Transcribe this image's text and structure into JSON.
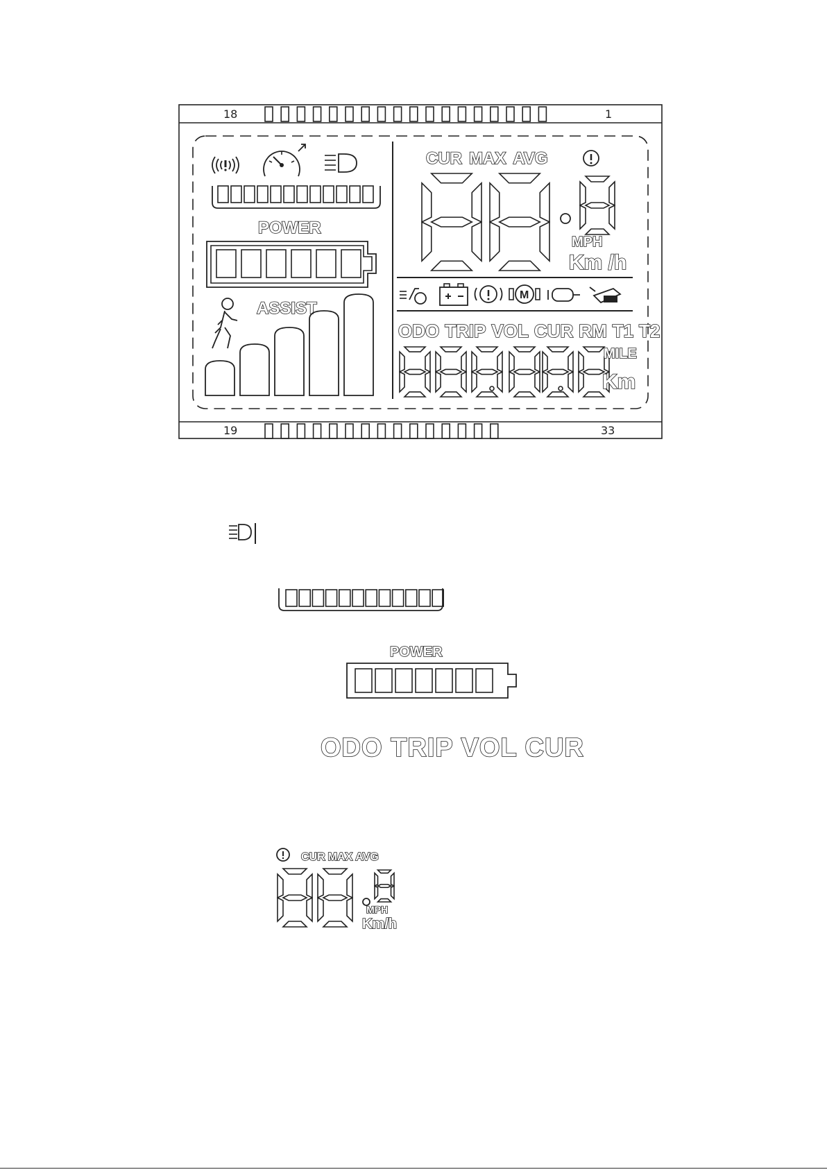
{
  "pins": {
    "top_left": "18",
    "top_right": "1",
    "bottom_left": "19",
    "bottom_right": "33"
  },
  "main_display": {
    "power_label": "POWER",
    "assist_label": "ASSIST",
    "speed_modes": [
      "CUR",
      "MAX",
      "AVG"
    ],
    "speed_units": [
      "MPH",
      "Km /h"
    ],
    "odo_modes": [
      "ODO",
      "TRIP",
      "VOL",
      "CUR",
      "RM",
      "T1",
      "T2"
    ],
    "distance_units": [
      "MILE",
      "Km"
    ],
    "icons": [
      "signal-icon",
      "speedometer-icon",
      "headlight-icon",
      "pedal-assist-icon",
      "battery-icon",
      "warning-icon",
      "motor-icon",
      "throttle-icon",
      "controller-icon",
      "walk-assist-icon"
    ],
    "power_bar_segments": 12,
    "battery_segments": 6,
    "assist_levels": 5
  },
  "details": {
    "power_label": "POWER",
    "power_bar_segments": 12,
    "battery_segments": 7,
    "odo_modes_text": "ODO TRIP VOL CUR",
    "speed_modes": [
      "CUR",
      "MAX",
      "AVG"
    ],
    "speed_units": [
      "MPH",
      "Km/h"
    ]
  }
}
